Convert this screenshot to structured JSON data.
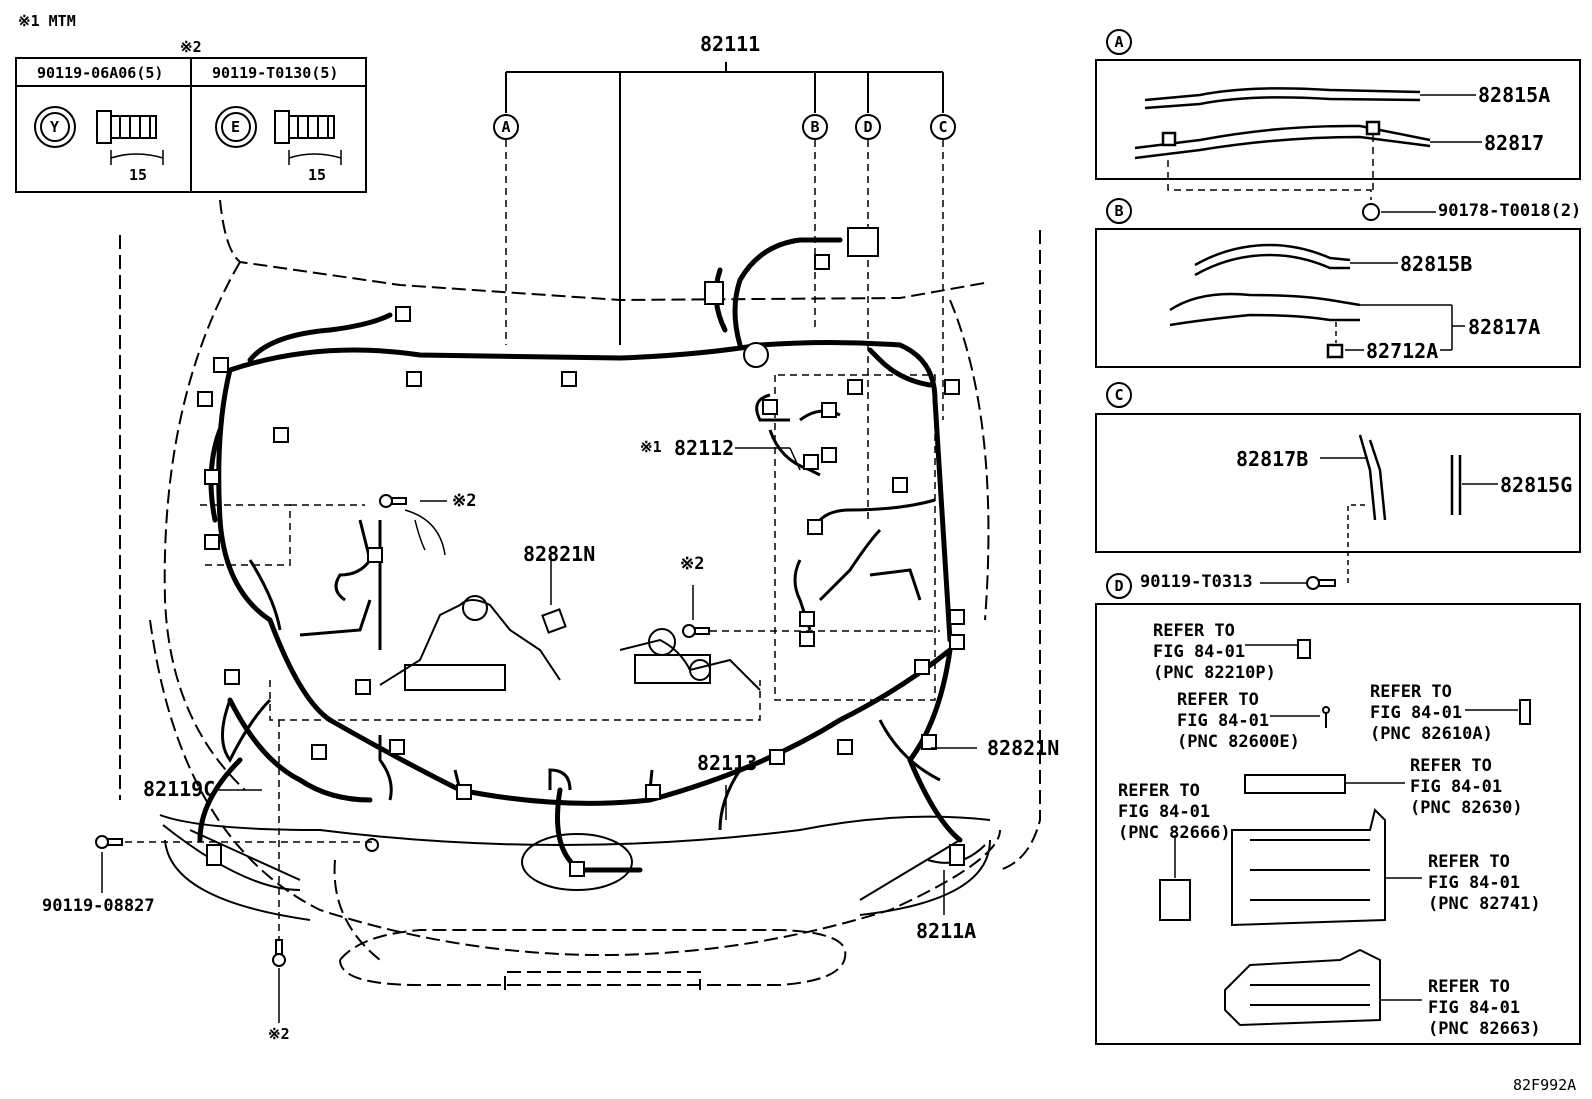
{
  "header": {
    "note": "※1 MTM",
    "bolt_note": "※2"
  },
  "bolts": [
    {
      "part": "90119-06A06(5)",
      "head": "Y",
      "dim": "15"
    },
    {
      "part": "90119-T0130(5)",
      "head": "E",
      "dim": "15"
    }
  ],
  "main_labels": {
    "harness": "82111",
    "engine_wire": "82112",
    "engine_wire_mark": "※1",
    "relay_block": "82821N",
    "relay_block_2": "82821N",
    "front_wire": "82113",
    "clip_c": "82119C",
    "wire_a": "8211A",
    "bolt_left": "90119-08827",
    "ref2_a": "※2",
    "ref2_b": "※2",
    "ref2_c": "※2"
  },
  "callouts": {
    "A": "A",
    "B": "B",
    "C": "C",
    "D": "D"
  },
  "panel_a": {
    "part1": "82815A",
    "part2": "82817",
    "nut": "90178-T0018(2)"
  },
  "panel_b": {
    "part1": "82815B",
    "part2": "82817A",
    "part3": "82712A"
  },
  "panel_c": {
    "part1": "82817B",
    "part2": "82815G",
    "bolt": "90119-T0313"
  },
  "panel_d": {
    "refs": [
      "REFER TO\nFIG 84-01\n(PNC 82210P)",
      "REFER TO\nFIG 84-01\n(PNC 82600E)",
      "REFER TO\nFIG 84-01\n(PNC 82610A)",
      "REFER TO\nFIG 84-01\n(PNC 82630)",
      "REFER TO\nFIG 84-01\n(PNC 82666)",
      "REFER TO\nFIG 84-01\n(PNC 82741)",
      "REFER TO\nFIG 84-01\n(PNC 82663)"
    ]
  },
  "figure_id": "82F992A"
}
